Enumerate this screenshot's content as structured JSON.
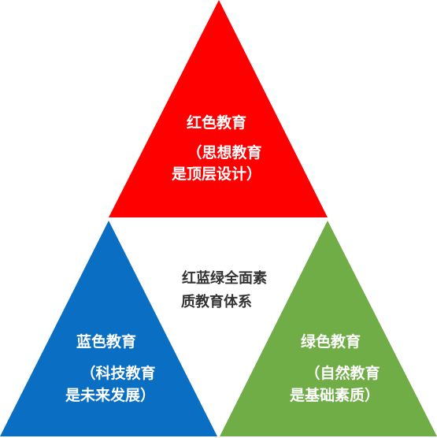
{
  "diagram": {
    "top": {
      "title": "红色教育",
      "sub_line1": "（思想教育",
      "sub_line2": "是顶层设计）",
      "color": "#ff0000"
    },
    "center": {
      "line1": "红蓝绿全面素",
      "line2": "质教育体系"
    },
    "left": {
      "title": "蓝色教育",
      "sub_line1": "（科技教育",
      "sub_line2": "是未来发展）",
      "color": "#0a6fc2"
    },
    "right": {
      "title": "绿色教育",
      "sub_line1": "（自然教育",
      "sub_line2": "是基础素质）",
      "color": "#70ad47"
    }
  }
}
